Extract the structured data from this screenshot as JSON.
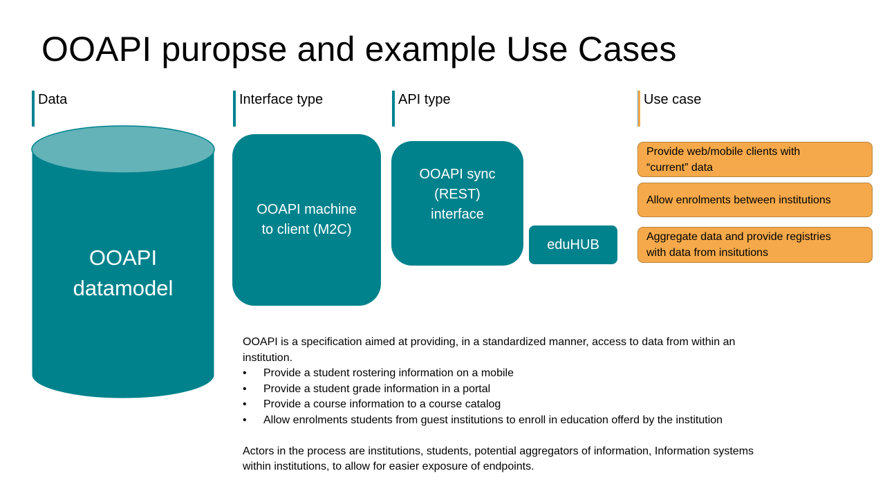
{
  "slide": {
    "title": "OOAPI puropse and example Use Cases"
  },
  "columns": {
    "data": "Data",
    "interface_type": "Interface type",
    "api_type": "API type",
    "use_case": "Use case"
  },
  "datamodel": {
    "line1": "OOAPI",
    "line2": "datamodel"
  },
  "interface_box": {
    "line1": "OOAPI machine",
    "line2": "to client (M2C)"
  },
  "api_box": {
    "line1": "OOAPI sync",
    "line2": "(REST)",
    "line3": "interface"
  },
  "eduhub": {
    "label": "eduHUB"
  },
  "use_cases": [
    {
      "line1": "Provide web/mobile clients with",
      "line2": "“current” data"
    },
    {
      "line1": "Allow enrolments between institutions"
    },
    {
      "line1": "Aggregate data and provide registries",
      "line2": "with data from insitutions"
    }
  ],
  "description": {
    "intro_line1": "OOAPI is a specification aimed at providing, in a standardized manner,  access to data from within an",
    "intro_line2": "institution.",
    "bullet_char": "•",
    "bullets": [
      "Provide a student rostering information on a mobile",
      "Provide a student grade information in a portal",
      "Provide a course information to a course catalog",
      "Allow enrolments students from guest institutions to enroll in education offerd by the institution"
    ],
    "actors_line1": "Actors in the process are institutions, students, potential aggregators of information, Information systems",
    "actors_line2": "within institutions, to allow for easier exposure of endpoints."
  },
  "colors": {
    "teal": "#00828c",
    "teal_top": "#63b3b9",
    "orange": "#f6a94a"
  }
}
